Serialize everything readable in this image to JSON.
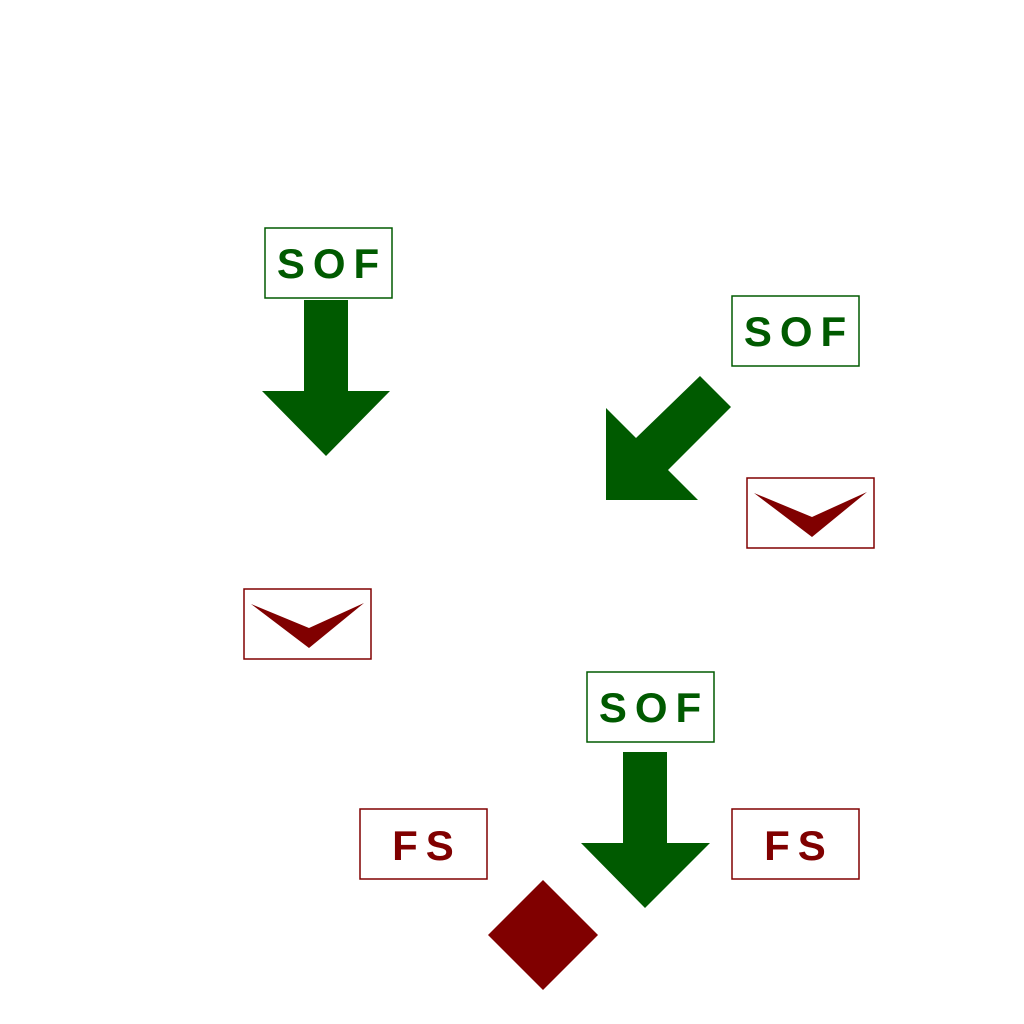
{
  "colors": {
    "friendly": "#005a00",
    "hostile": "#800000",
    "background": "#ffffff"
  },
  "labels": {
    "sof_1": "SOF",
    "sof_2": "SOF",
    "sof_3": "SOF",
    "fs_1": "FS",
    "fs_2": "FS"
  },
  "icons": [
    "down-arrow",
    "diagonal-arrow",
    "chevron",
    "diamond"
  ]
}
